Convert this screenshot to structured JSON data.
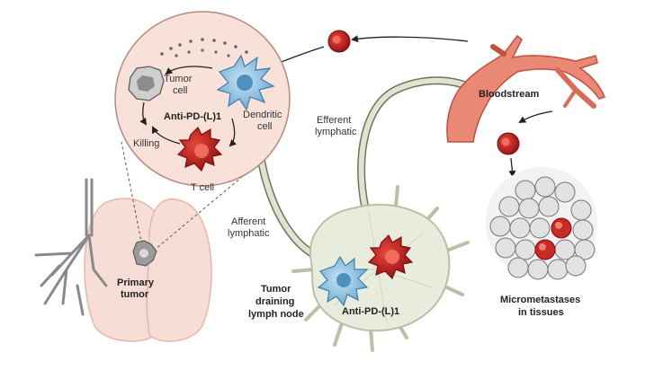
{
  "labels": {
    "tumor_cell_line1": "Tumor",
    "tumor_cell_line2": "cell",
    "dendritic_line1": "Dendritic",
    "dendritic_line2": "cell",
    "anti_pd_inset": "Anti-PD-(L)1",
    "killing": "Killing",
    "t_cell": "T cell",
    "efferent_line1": "Efferent",
    "efferent_line2": "lymphatic",
    "afferent_line1": "Afferent",
    "afferent_line2": "lymphatic",
    "bloodstream": "Bloodstream",
    "primary_tumor_line1": "Primary",
    "primary_tumor_line2": "tumor",
    "lymph_line1": "Tumor",
    "lymph_line2": "draining",
    "lymph_line3": "lymph node",
    "anti_pd_node": "Anti-PD-(L)1",
    "micro_line1": "Micrometastases",
    "micro_line2": "in tissues"
  },
  "colors": {
    "inset_fill": "#f7e1d9",
    "lung_fill": "#f6ddd5",
    "lung_stroke": "#e7b8aa",
    "node_fill": "#e8ecdc",
    "node_stroke": "#b9c1a4",
    "vessel": "#d96b57",
    "vessel_light": "#eb9a87",
    "tcell": "#c41f1f",
    "tcell_dark": "#8e1212",
    "dendritic": "#8cc3e3",
    "tumor_gray": "#9b9b9b"
  }
}
